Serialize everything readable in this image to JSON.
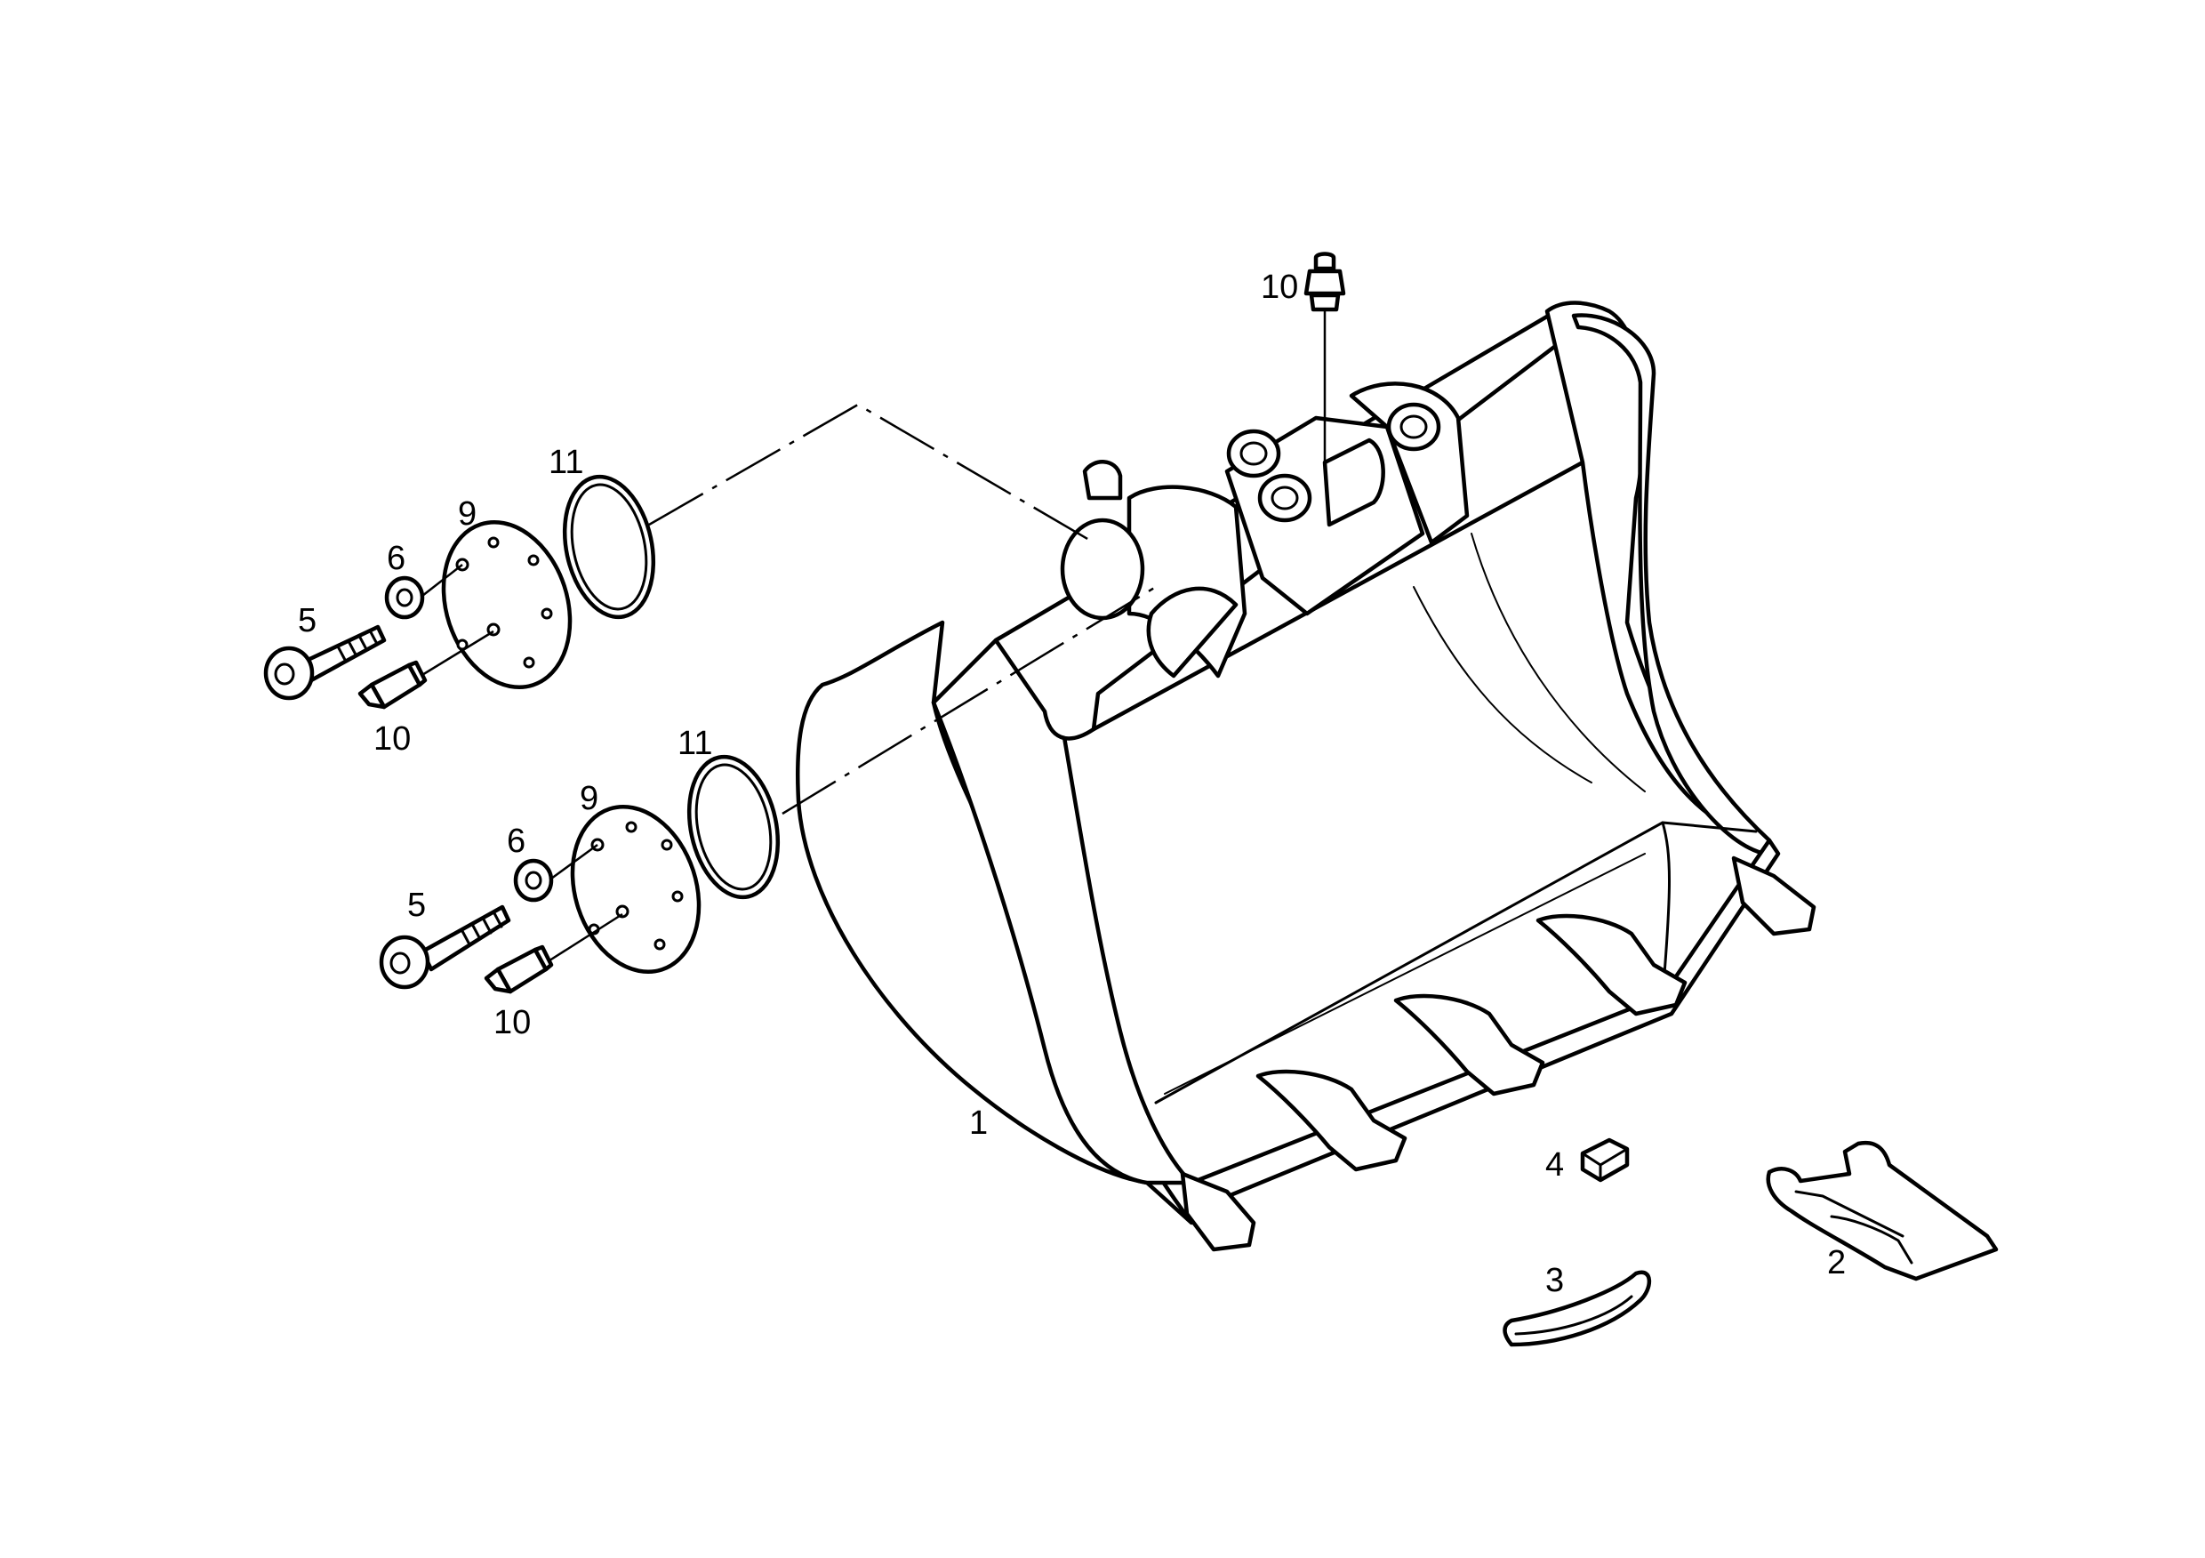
{
  "callouts": {
    "c1": "1",
    "c2": "2",
    "c3": "3",
    "c4": "4",
    "c5a": "5",
    "c5b": "5",
    "c6a": "6",
    "c6b": "6",
    "c9a": "9",
    "c9b": "9",
    "c10a": "10",
    "c10b": "10",
    "c10c": "10",
    "c11a": "11",
    "c11b": "11"
  }
}
